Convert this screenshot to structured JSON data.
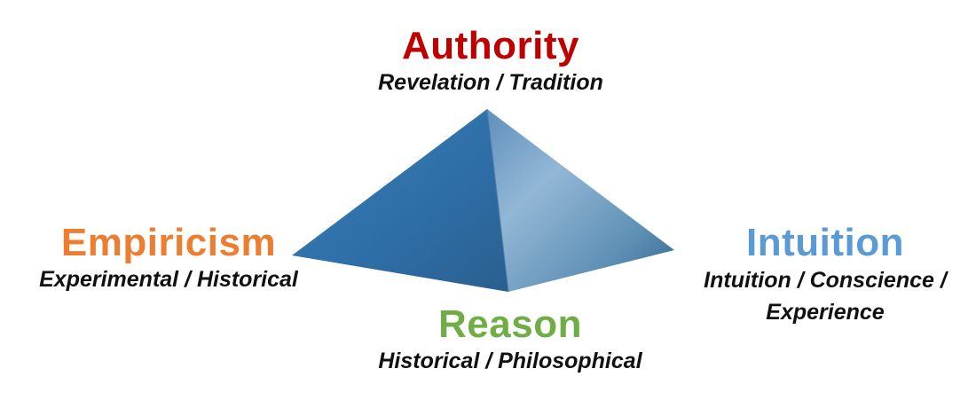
{
  "colors": {
    "authority": "#c00000",
    "empiricism": "#ed7d31",
    "intuition": "#5b9bd5",
    "reason": "#70ad47",
    "pyramid_face_left": "#2e75b6",
    "pyramid_face_right": "#8fb4d6"
  },
  "nodes": {
    "authority": {
      "title": "Authority",
      "subtitle": "Revelation / Tradition"
    },
    "empiricism": {
      "title": "Empiricism",
      "subtitle": "Experimental / Historical"
    },
    "intuition": {
      "title": "Intuition",
      "subtitle_line1": "Intuition / Conscience /",
      "subtitle_line2": "Experience"
    },
    "reason": {
      "title": "Reason",
      "subtitle": "Historical / Philosophical"
    }
  }
}
